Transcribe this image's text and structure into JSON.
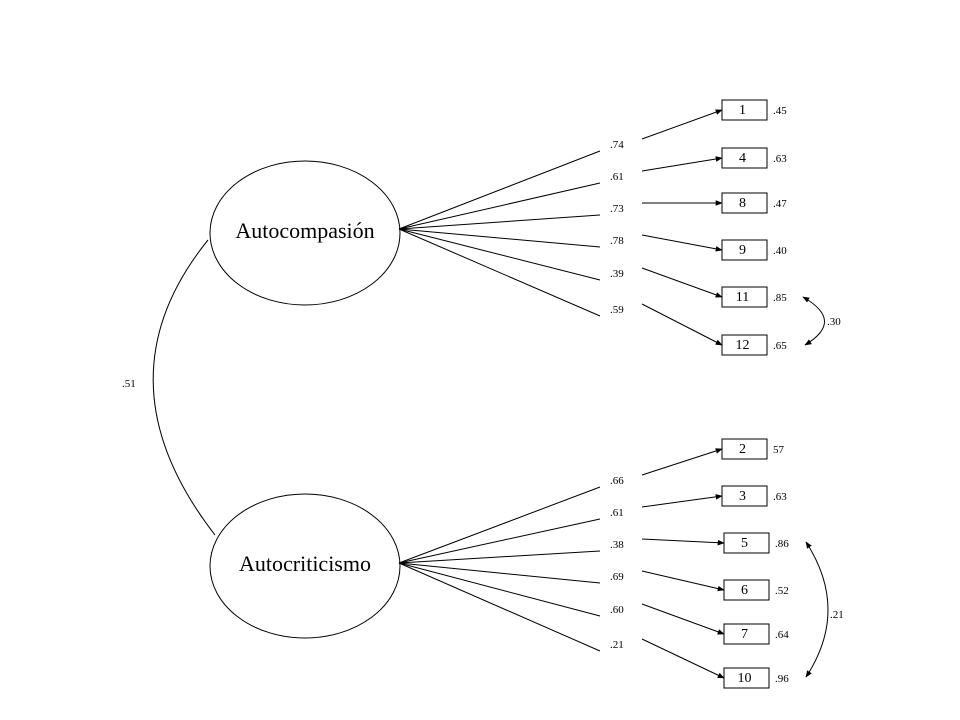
{
  "factors": [
    {
      "id": "autocompasion",
      "label": "Autocompasión"
    },
    {
      "id": "autocriticismo",
      "label": "Autocriticismo"
    }
  ],
  "factor_correlation": ".51",
  "indicators": [
    {
      "factor": 0,
      "item": "1",
      "loading": ".74",
      "error": ".45"
    },
    {
      "factor": 0,
      "item": "4",
      "loading": ".61",
      "error": ".63"
    },
    {
      "factor": 0,
      "item": "8",
      "loading": ".73",
      "error": ".47"
    },
    {
      "factor": 0,
      "item": "9",
      "loading": ".78",
      "error": ".40"
    },
    {
      "factor": 0,
      "item": "11",
      "loading": ".39",
      "error": ".85"
    },
    {
      "factor": 0,
      "item": "12",
      "loading": ".59",
      "error": ".65"
    },
    {
      "factor": 1,
      "item": "2",
      "loading": ".66",
      "error": "57"
    },
    {
      "factor": 1,
      "item": "3",
      "loading": ".61",
      "error": ".63"
    },
    {
      "factor": 1,
      "item": "5",
      "loading": ".38",
      "error": ".86"
    },
    {
      "factor": 1,
      "item": "6",
      "loading": ".69",
      "error": ".52"
    },
    {
      "factor": 1,
      "item": "7",
      "loading": ".60",
      "error": ".64"
    },
    {
      "factor": 1,
      "item": "10",
      "loading": ".21",
      "error": ".96"
    }
  ],
  "error_covariances": [
    {
      "between": [
        "11",
        "12"
      ],
      "value": ".30"
    },
    {
      "between": [
        "5",
        "10"
      ],
      "value": ".21"
    }
  ]
}
